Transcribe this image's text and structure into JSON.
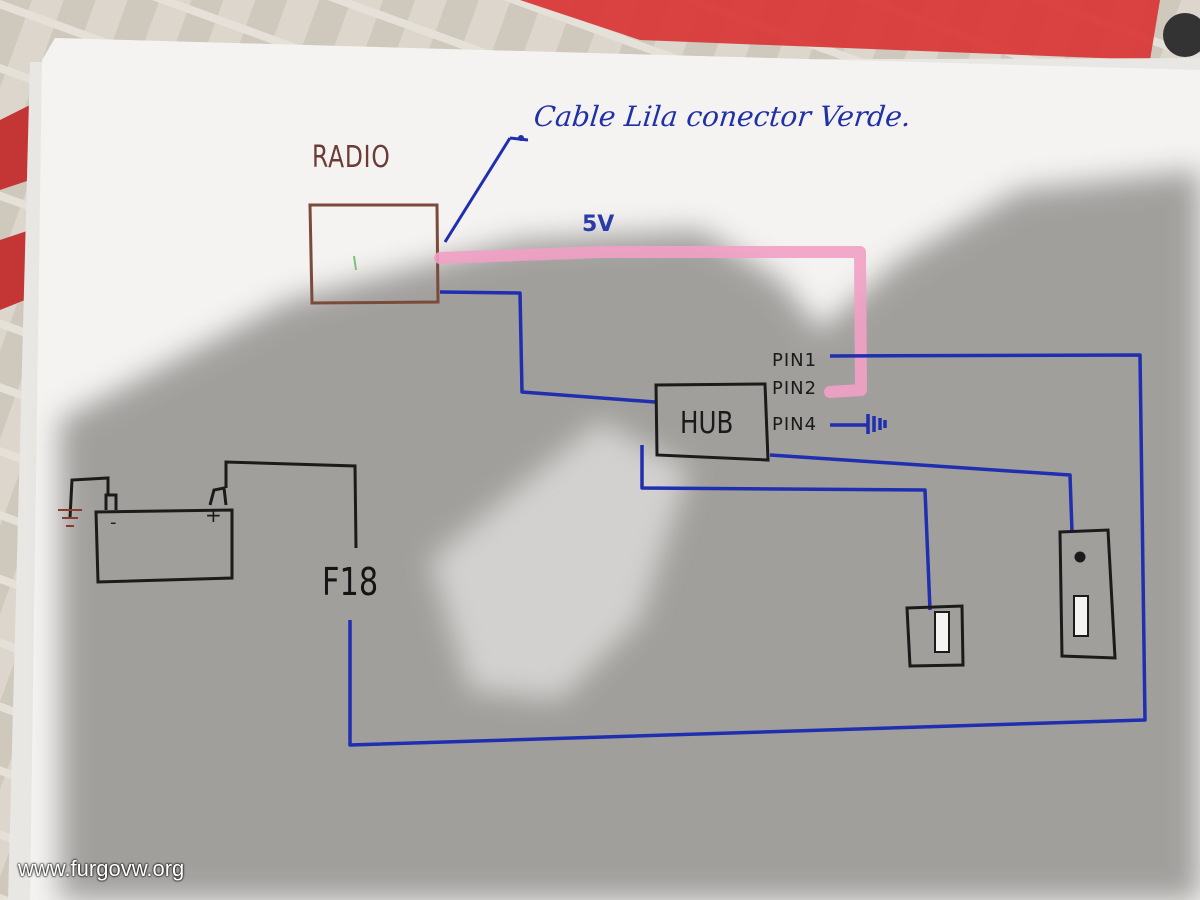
{
  "diagram": {
    "labels": {
      "radio": "RADIO",
      "note": "Cable Lila conector Verde.",
      "voltage": "5V",
      "hub": "HUB",
      "pin1": "PIN1",
      "pin2": "PIN2",
      "pin4": "PIN4",
      "fuse": "F18",
      "battery_plus": "+",
      "battery_minus": "-"
    },
    "colors": {
      "paper": "#f4f3f1",
      "shadow": "#8e8a86",
      "blue_wire": "#1f2fb0",
      "pink_wire": "#f2a0c4",
      "black_wire": "#1b1b1b",
      "radio_outline": "#7a4a3a",
      "tablecloth_red": "#d93a3a"
    }
  },
  "watermark": "www.furgovw.org"
}
